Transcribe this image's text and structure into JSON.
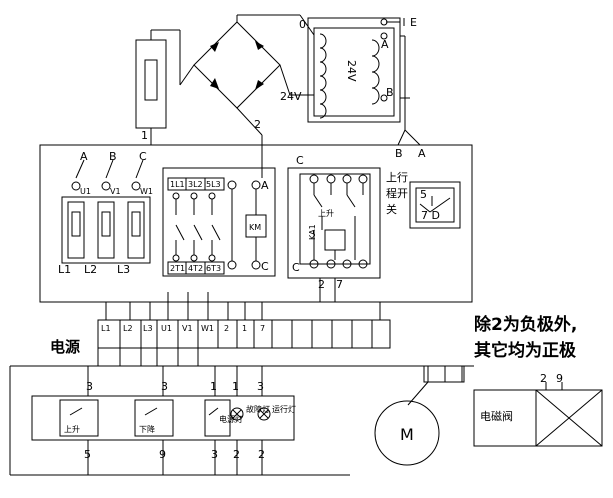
{
  "transformer": {
    "tap_0": "0",
    "tap_e": "E",
    "tap_a": "A",
    "tap_b": "B",
    "voltage": "24V",
    "out_24v": "24V"
  },
  "wire_numbers": {
    "w1": "1",
    "w2": "2"
  },
  "motor_terminals": {
    "a": "A",
    "b": "B",
    "c": "C",
    "u1": "U1",
    "v1": "V1",
    "w1": "W1",
    "l1": "L1",
    "l2": "L2",
    "l3": "L3"
  },
  "contactor": {
    "top": [
      "1L1",
      "3L2",
      "5L3"
    ],
    "bottom": [
      "2T1",
      "4T2",
      "6T3"
    ],
    "coil": "KM",
    "coil_a": "A",
    "coil_c": "C"
  },
  "relay": {
    "label": "KA1",
    "up": "上升",
    "c_left": "C",
    "c_bottom": "C",
    "n2": "2",
    "n7": "7"
  },
  "limit_switch": {
    "b": "B",
    "a": "A",
    "line1": "上行",
    "line2": "程开",
    "line3": "关",
    "n5": "5",
    "n7d": "7 D"
  },
  "terminal_strip": [
    "L1",
    "L2",
    "L3",
    "U1",
    "V1",
    "W1",
    "2",
    "1",
    "7"
  ],
  "power_label": "电源",
  "note_line1": "除2为负极外,",
  "note_line2": "其它均为正极",
  "bottom_wires": {
    "t1": "3",
    "t2": "3",
    "t3a": "1",
    "t3b": "1",
    "t3c": "3",
    "b1": "5",
    "b2": "9",
    "b3": "3",
    "b4": "2",
    "b5": "2"
  },
  "switches": {
    "up": "上升",
    "down": "下降",
    "lamp1": "电源灯",
    "lamp2": "故障灯",
    "lamp3": "运行灯"
  },
  "motor": {
    "label": "M"
  },
  "valve": {
    "label": "电磁阀",
    "n2": "2",
    "n9": "9"
  }
}
